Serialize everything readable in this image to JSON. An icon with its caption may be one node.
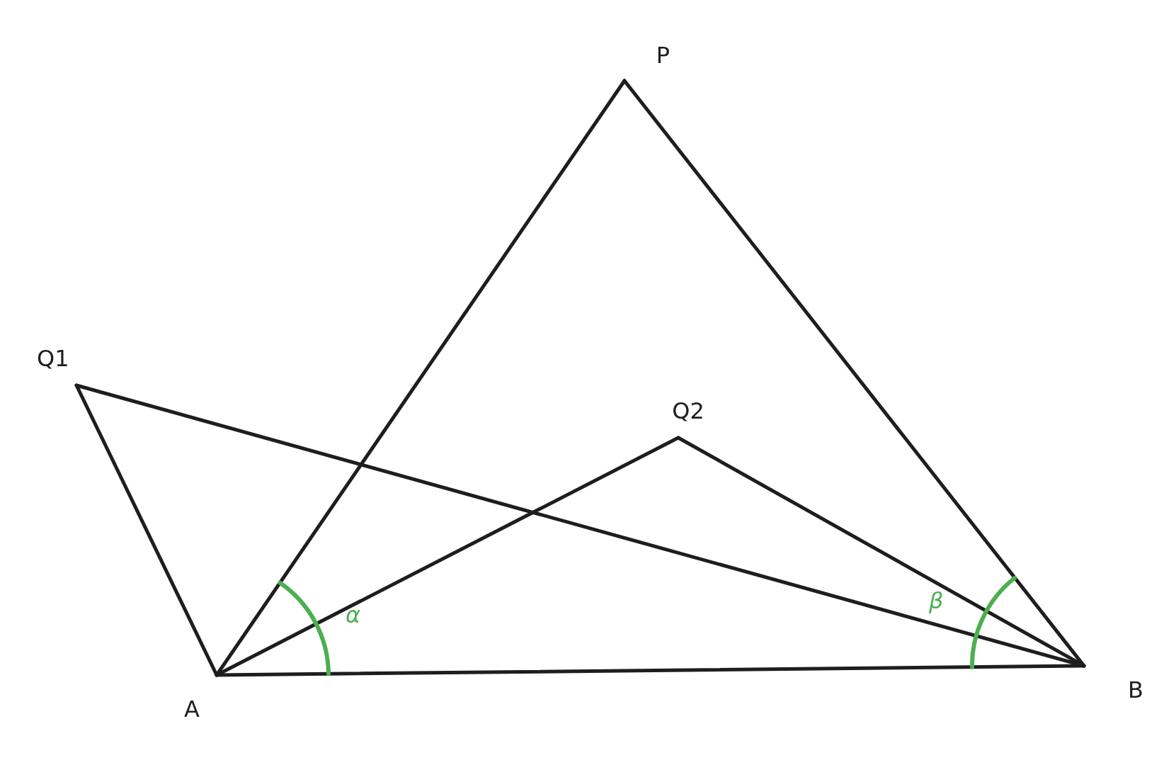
{
  "diagram": {
    "nodes": [
      {
        "text": [
          "P"
        ]
      },
      {
        "text": [
          "Q1"
        ]
      },
      {
        "text": [
          "Q2"
        ]
      },
      {
        "text": [
          "A"
        ]
      },
      {
        "text": [
          "B"
        ]
      }
    ],
    "edges": [
      {
        "from": 3,
        "to": 0,
        "arrow": "none"
      },
      {
        "from": 0,
        "to": 4,
        "arrow": "none"
      },
      {
        "from": 3,
        "to": 4,
        "arrow": "none"
      },
      {
        "from": 1,
        "to": 3,
        "arrow": "none"
      },
      {
        "from": 1,
        "to": 4,
        "arrow": "none"
      },
      {
        "from": 2,
        "to": 3,
        "arrow": "none"
      },
      {
        "from": 2,
        "to": 4,
        "arrow": "none"
      }
    ],
    "labels": [
      "β",
      "α"
    ]
  }
}
